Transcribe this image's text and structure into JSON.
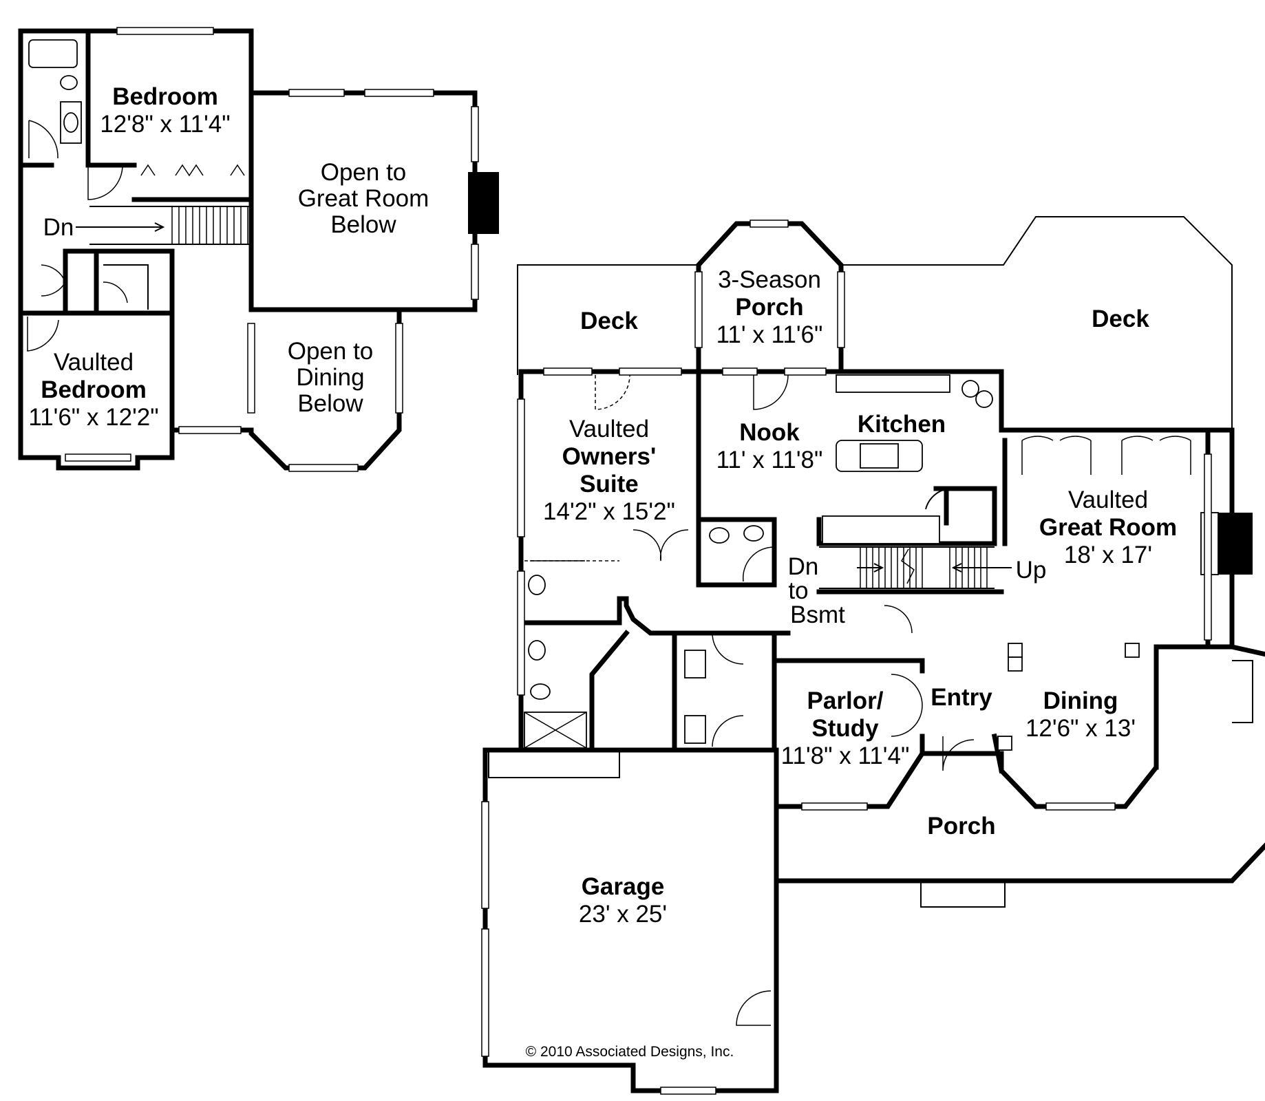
{
  "upper_floor": {
    "bedroom": {
      "name": "Bedroom",
      "size": "12'8\" x 11'4\""
    },
    "stair_label": "Dn",
    "open_great_room": {
      "line1": "Open to",
      "line2": "Great Room",
      "line3": "Below"
    },
    "open_dining": {
      "line1": "Open to",
      "line2": "Dining",
      "line3": "Below"
    },
    "vaulted_bedroom": {
      "prefix": "Vaulted",
      "name": "Bedroom",
      "size": "11'6\" x 12'2\""
    }
  },
  "main_floor": {
    "deck_left": "Deck",
    "season_porch": {
      "prefix": "3-Season",
      "name": "Porch",
      "size": "11' x 11'6\""
    },
    "deck_right": "Deck",
    "owners_suite": {
      "prefix": "Vaulted",
      "name1": "Owners'",
      "name2": "Suite",
      "size": "14'2\" x 15'2\""
    },
    "nook": {
      "name": "Nook",
      "size": "11' x 11'8\""
    },
    "kitchen": {
      "name": "Kitchen"
    },
    "great_room": {
      "prefix": "Vaulted",
      "name": "Great Room",
      "size": "18' x 17'"
    },
    "stairs": {
      "down_line1": "Dn",
      "down_line2": "to",
      "down_line3": "Bsmt",
      "up": "Up"
    },
    "parlor": {
      "name1": "Parlor/",
      "name2": "Study",
      "size": "11'8\" x 11'4\""
    },
    "entry": {
      "name": "Entry"
    },
    "dining": {
      "name": "Dining",
      "size": "12'6\" x 13'"
    },
    "porch": {
      "name": "Porch"
    },
    "garage": {
      "name": "Garage",
      "size": "23' x 25'"
    }
  },
  "copyright": "© 2010 Associated Designs, Inc."
}
